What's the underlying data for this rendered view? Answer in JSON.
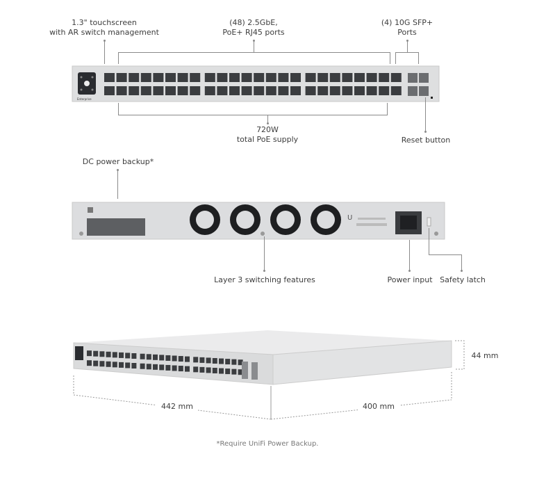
{
  "front_panel": {
    "callouts": {
      "touchscreen": [
        "1.3\" touchscreen",
        "with AR switch management"
      ],
      "rj45_ports": [
        "(48) 2.5GbE,",
        "PoE+ RJ45 ports"
      ],
      "sfp_ports": [
        "(4) 10G SFP+",
        "Ports"
      ],
      "poe_supply": [
        "720W",
        "total PoE supply"
      ],
      "reset": "Reset button"
    },
    "brand_text": "Enterprise",
    "rj45_port_count": 48,
    "sfp_port_count": 4
  },
  "rear_panel": {
    "callouts": {
      "dc_backup": "DC power backup*",
      "layer3": "Layer 3 switching features",
      "power_input": "Power input",
      "safety_latch": "Safety latch"
    },
    "fan_count": 4
  },
  "dimensions": {
    "width": "442 mm",
    "depth": "400 mm",
    "height": "44 mm"
  },
  "footnote": "*Require UniFi Power Backup."
}
